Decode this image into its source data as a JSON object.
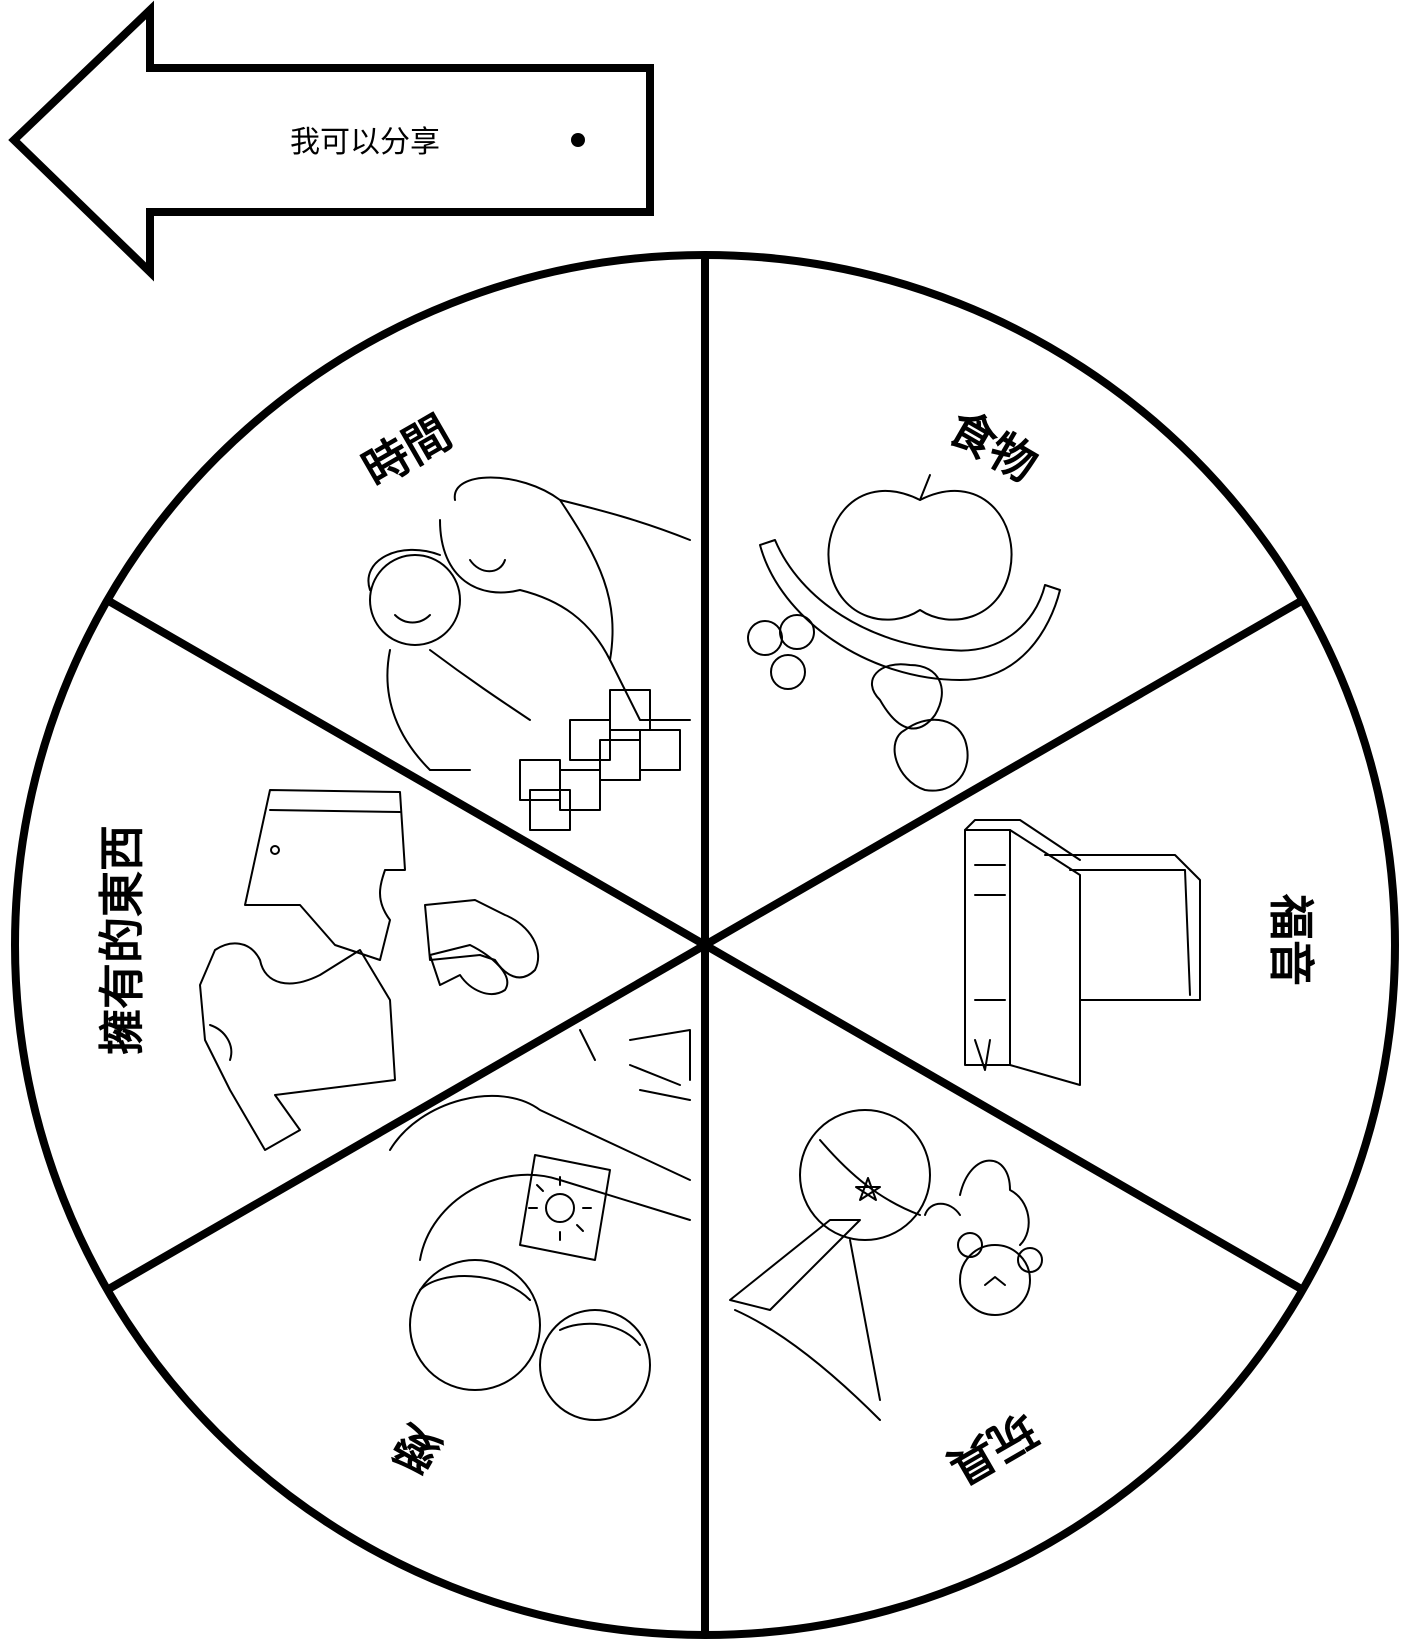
{
  "arrow": {
    "label": "我可以分享"
  },
  "wheel": {
    "segments": [
      {
        "id": "time",
        "label": "時間",
        "icon": "children-with-blocks-illustration"
      },
      {
        "id": "food",
        "label": "食物",
        "icon": "fruit-illustration"
      },
      {
        "id": "gospel",
        "label": "福音",
        "icon": "scriptures-book-illustration"
      },
      {
        "id": "toys",
        "label": "玩具",
        "icon": "toys-illustration"
      },
      {
        "id": "love",
        "label": "愛",
        "icon": "family-drawing-illustration"
      },
      {
        "id": "belongings",
        "label": "擁有的東西",
        "icon": "clothes-illustration"
      }
    ]
  }
}
